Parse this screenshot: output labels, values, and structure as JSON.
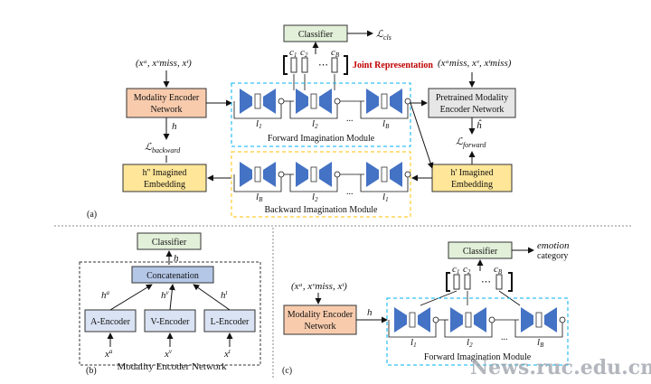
{
  "panel_a": {
    "label": "(a)",
    "classifier": "Classifier",
    "loss_cls": "ℒ",
    "loss_cls_sub": "cls",
    "joint_repr": "Joint Representation",
    "c_labels": [
      "c",
      "c",
      "c"
    ],
    "c_subs": [
      "1",
      "2",
      "B"
    ],
    "ellipsis": "⋯",
    "input_left": "(x",
    "input_left_full": "(xᵃ, xᵛmiss, xᵗ)",
    "input_right_full": "(xᵃmiss, xᵛ, xᵗmiss)",
    "modality_encoder": [
      "Modality Encoder",
      "Network"
    ],
    "pretrained_encoder": [
      "Pretrained Modality",
      "Encoder Network"
    ],
    "h": "h",
    "h_hat": "ĥ",
    "loss_backward": "ℒ",
    "loss_backward_sub": "backward",
    "loss_forward": "ℒ",
    "loss_forward_sub": "forward",
    "forward_module": "Forward Imagination  Module",
    "backward_module": "Backward Imagination Module",
    "h2_label": [
      "h'' Imagined",
      "Embedding"
    ],
    "h1_label": [
      "h' Imagined",
      "Embedding"
    ],
    "forward_l": [
      "l",
      "l",
      "l"
    ],
    "forward_l_subs": [
      "1",
      "2",
      "B"
    ],
    "backward_l": [
      "l",
      "l",
      "l"
    ],
    "backward_l_subs": [
      "B",
      "2",
      "1"
    ],
    "dots": "..."
  },
  "panel_b": {
    "label": "(b)",
    "classifier": "Classifier",
    "h": "h",
    "concatenation": "Concatenation",
    "encoders": [
      "A-Encoder",
      "V-Encoder",
      "L-Encoder"
    ],
    "h_labels": [
      "h",
      "h",
      "h"
    ],
    "h_sups": [
      "a",
      "v",
      "t"
    ],
    "x_labels": [
      "x",
      "x",
      "x"
    ],
    "x_sups": [
      "a",
      "v",
      "t"
    ],
    "caption": "Modality Encoder Network"
  },
  "panel_c": {
    "label": "(c)",
    "classifier": "Classifier",
    "emotion": "emotion",
    "category": "category",
    "c_labels": [
      "c",
      "c",
      "c"
    ],
    "c_subs": [
      "1",
      "2",
      "B"
    ],
    "ellipsis": "⋯",
    "input_full": "(xᵃ, xᵛmiss, xᵗ)",
    "modality_encoder": [
      "Modality Encoder",
      "Network"
    ],
    "h": "h",
    "l_labels": [
      "l",
      "l",
      "l"
    ],
    "l_subs": [
      "1",
      "2",
      "B"
    ],
    "dots": "...",
    "forward_module": "Forward Imagination  Module"
  },
  "watermark": "News.ruc.edu.cn",
  "colors": {
    "encoder_fill": "#f8cbad",
    "pretrained_fill": "#e7e6e6",
    "imagined_fill": "#ffe699",
    "classifier_fill": "#e2f0d9",
    "concat_fill": "#b4c7e7",
    "sub_encoder_fill": "#dae3f3",
    "autoencoder": "#4472c4",
    "forward_dash": "#00b0f0",
    "backward_dash": "#ffc000",
    "red_text": "#c00000"
  }
}
